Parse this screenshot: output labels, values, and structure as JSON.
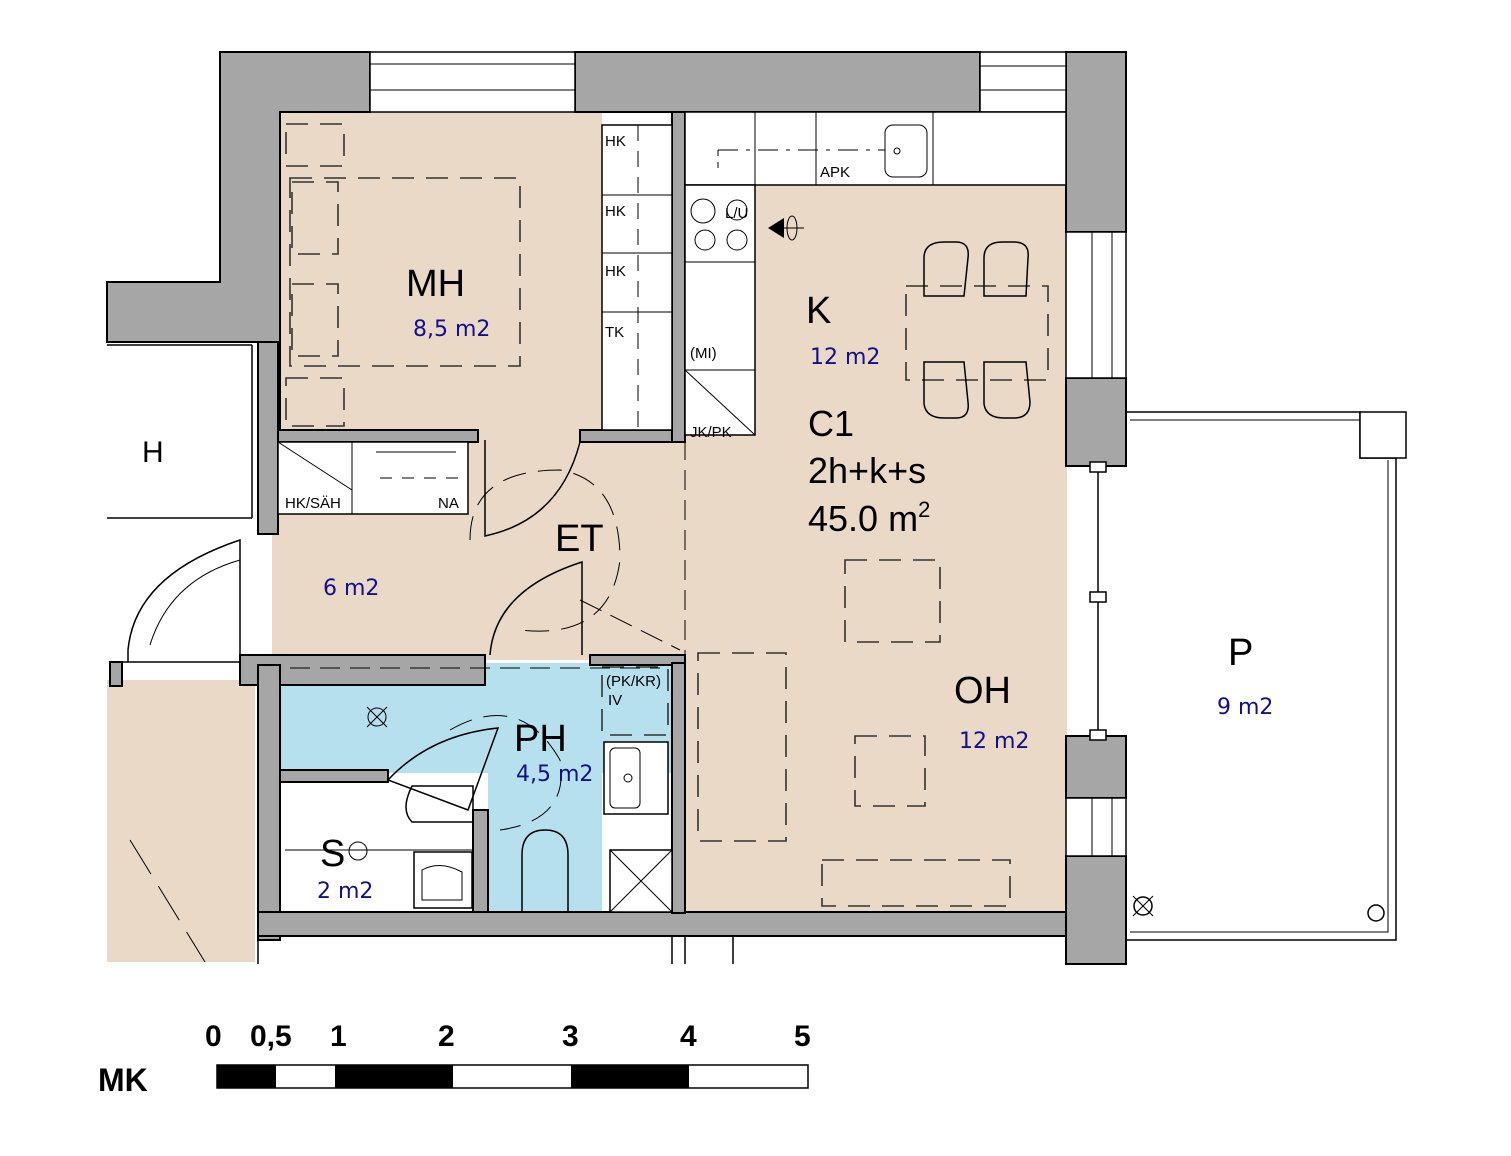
{
  "apartment": {
    "code": "C1",
    "type": "2h+k+s",
    "area_value": "45.0 m",
    "area_unit_sup": "2"
  },
  "rooms": {
    "mh": {
      "name": "MH",
      "area": "8,5 m2"
    },
    "k": {
      "name": "K",
      "area": "12 m2"
    },
    "et": {
      "name": "ET",
      "area": "6 m2"
    },
    "ph": {
      "name": "PH",
      "area": "4,5 m2"
    },
    "s": {
      "name": "S",
      "area": "2 m2"
    },
    "oh": {
      "name": "OH",
      "area": "12 m2"
    },
    "p": {
      "name": "P",
      "area": "9 m2"
    },
    "h": {
      "name": "H"
    }
  },
  "fixtures": {
    "hk1": "HK",
    "hk2": "HK",
    "hk3": "HK",
    "tk": "TK",
    "apk": "APK",
    "lu": "L/U",
    "mi": "(MI)",
    "jkpk": "JK/PK",
    "hksah": "HK/SÄH",
    "na": "NA",
    "pkkr": "(PK/KR)",
    "iv": "IV"
  },
  "scale_bar": {
    "label": "MK",
    "ticks": [
      "0",
      "0,5",
      "1",
      "2",
      "3",
      "4",
      "5"
    ]
  },
  "colors": {
    "wall": "#a6a6a6",
    "floor": "#ead9c6",
    "wet_room": "#b7e0ef",
    "area_text": "#10108a"
  }
}
